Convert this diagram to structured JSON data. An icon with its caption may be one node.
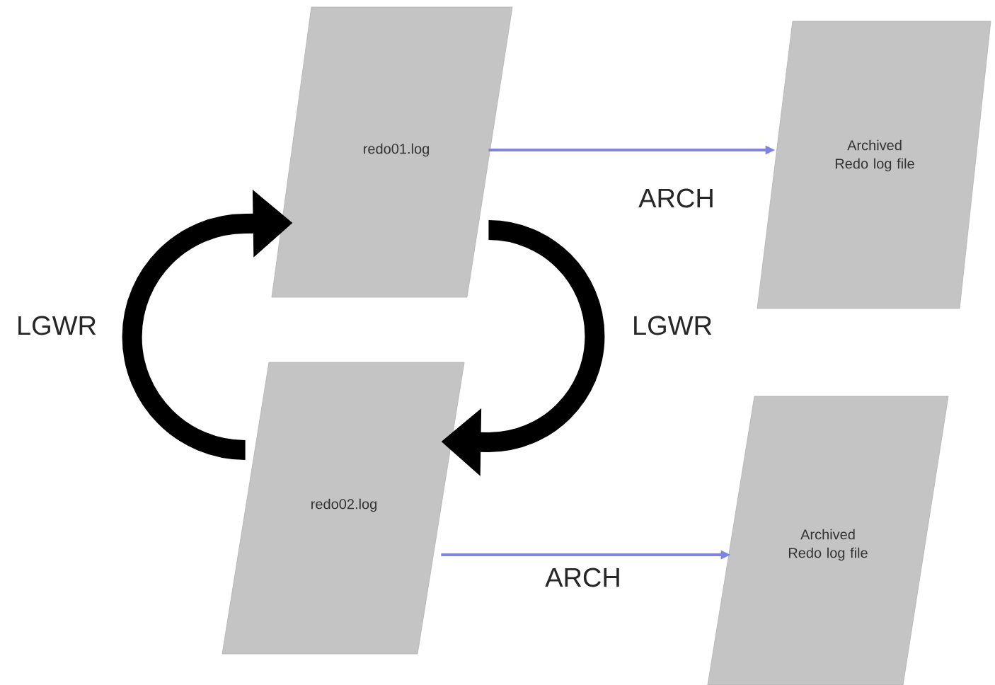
{
  "diagram": {
    "nodes": [
      {
        "text": [
          "redo01.log"
        ]
      },
      {
        "text": [
          "Archived Redo log file"
        ]
      },
      {
        "text": [
          "redo02.log"
        ]
      },
      {
        "text": [
          "Archived Redo log file"
        ]
      }
    ],
    "edges": [
      {
        "from": 0,
        "to": 1,
        "arrow": "to",
        "label": "ARCH",
        "color": "#7f83e6"
      },
      {
        "from": 2,
        "to": 0,
        "arrow": "to",
        "label": "LGWR",
        "style": "thick",
        "color": "#000000"
      },
      {
        "from": 0,
        "to": 2,
        "arrow": "to",
        "label": "LGWR",
        "style": "thick",
        "color": "#000000"
      },
      {
        "from": 2,
        "to": 3,
        "arrow": "to",
        "label": "ARCH",
        "color": "#7f83e6"
      }
    ]
  }
}
